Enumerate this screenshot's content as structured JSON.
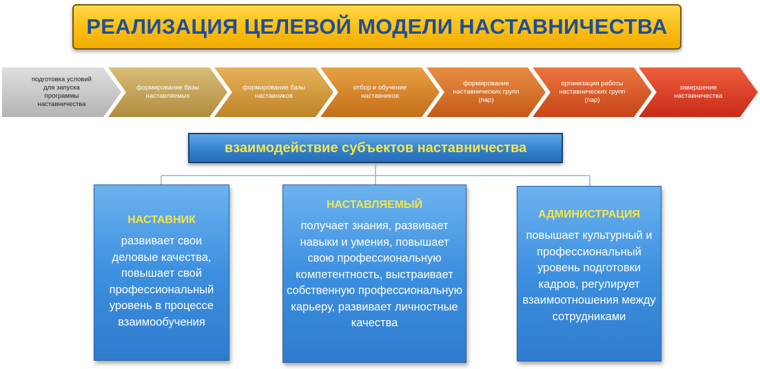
{
  "title": "РЕАЛИЗАЦИЯ ЦЕЛЕВОЙ МОДЕЛИ НАСТАВНИЧЕСТВА",
  "steps": [
    {
      "label": "подготовка условий для запуска программы наставничества",
      "color": "#c8c8c8"
    },
    {
      "label": "формирование базы наставляемых",
      "color": "#c5a45a"
    },
    {
      "label": "формирование базы наставников",
      "color": "#d59a3a"
    },
    {
      "label": "отбор и обучение наставников",
      "color": "#d5862a"
    },
    {
      "label": "формирование наставнических групп (пар)",
      "color": "#d5742a"
    },
    {
      "label": "организация работы наставнических групп (пар)",
      "color": "#d55a26"
    },
    {
      "label": "завершение наставничества",
      "color": "#d9402a"
    }
  ],
  "subjects_title": "взаимодействие субъектов наставничества",
  "cards": [
    {
      "heading": "НАСТАВНИК",
      "text": "развивает свои деловые качества, повышает свой профессиональный уровень в процессе взаимообучения"
    },
    {
      "heading": "НАСТАВЛЯЕМЫЙ",
      "text": "получает знания, развивает навыки и умения, повышает свою профессиональную компетентность, выстраивает собственную профессиональную карьеру, развивает личностные качества"
    },
    {
      "heading": "АДМИНИСТРАЦИЯ",
      "text": "повышает культурный и профессиональный уровень подготовки кадров, регулирует взаимоотношения между сотрудниками"
    }
  ],
  "colors": {
    "title_text": "#1d4e9c",
    "accent_yellow": "#f5e54a",
    "card_blue": "#3d8fe0",
    "connector": "#8fb2da"
  }
}
